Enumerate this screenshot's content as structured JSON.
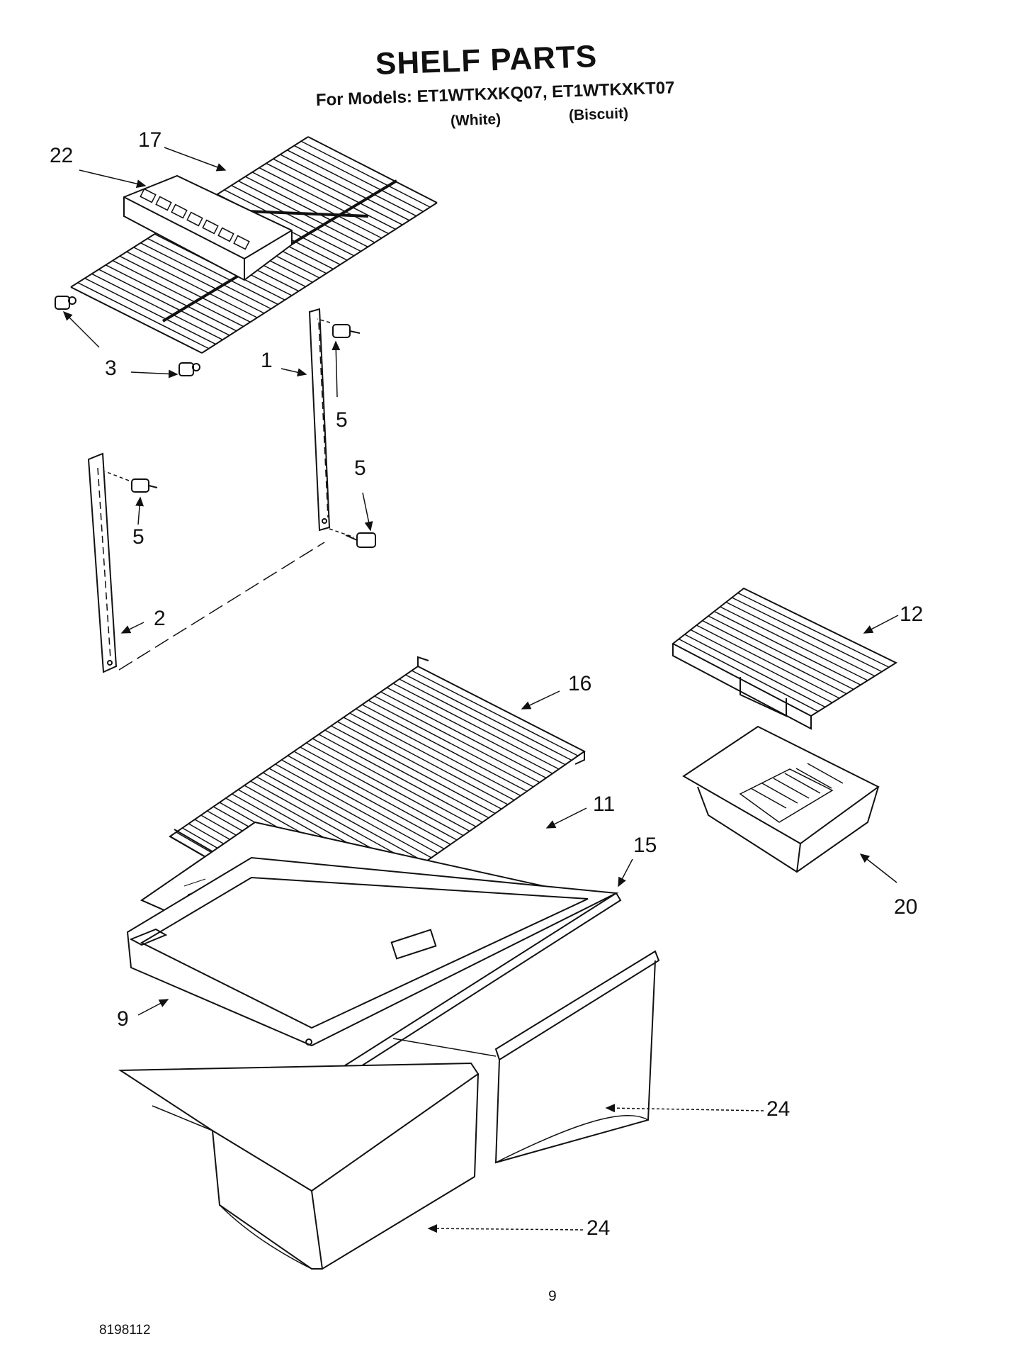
{
  "header": {
    "title": "SHELF PARTS",
    "models_prefix": "For Models:",
    "models": "ET1WTKXKQ07, ET1WTKXKT07",
    "variant_1": "(White)",
    "variant_2": "(Biscuit)"
  },
  "callouts": {
    "c22": "22",
    "c17": "17",
    "c3": "3",
    "c1": "1",
    "c5a": "5",
    "c5b": "5",
    "c5c": "5",
    "c2": "2",
    "c12": "12",
    "c16": "16",
    "c11": "11",
    "c15": "15",
    "c20": "20",
    "c9": "9",
    "c24a": "24",
    "c24b": "24"
  },
  "footer": {
    "page_number": "9",
    "document_id": "8198112"
  }
}
